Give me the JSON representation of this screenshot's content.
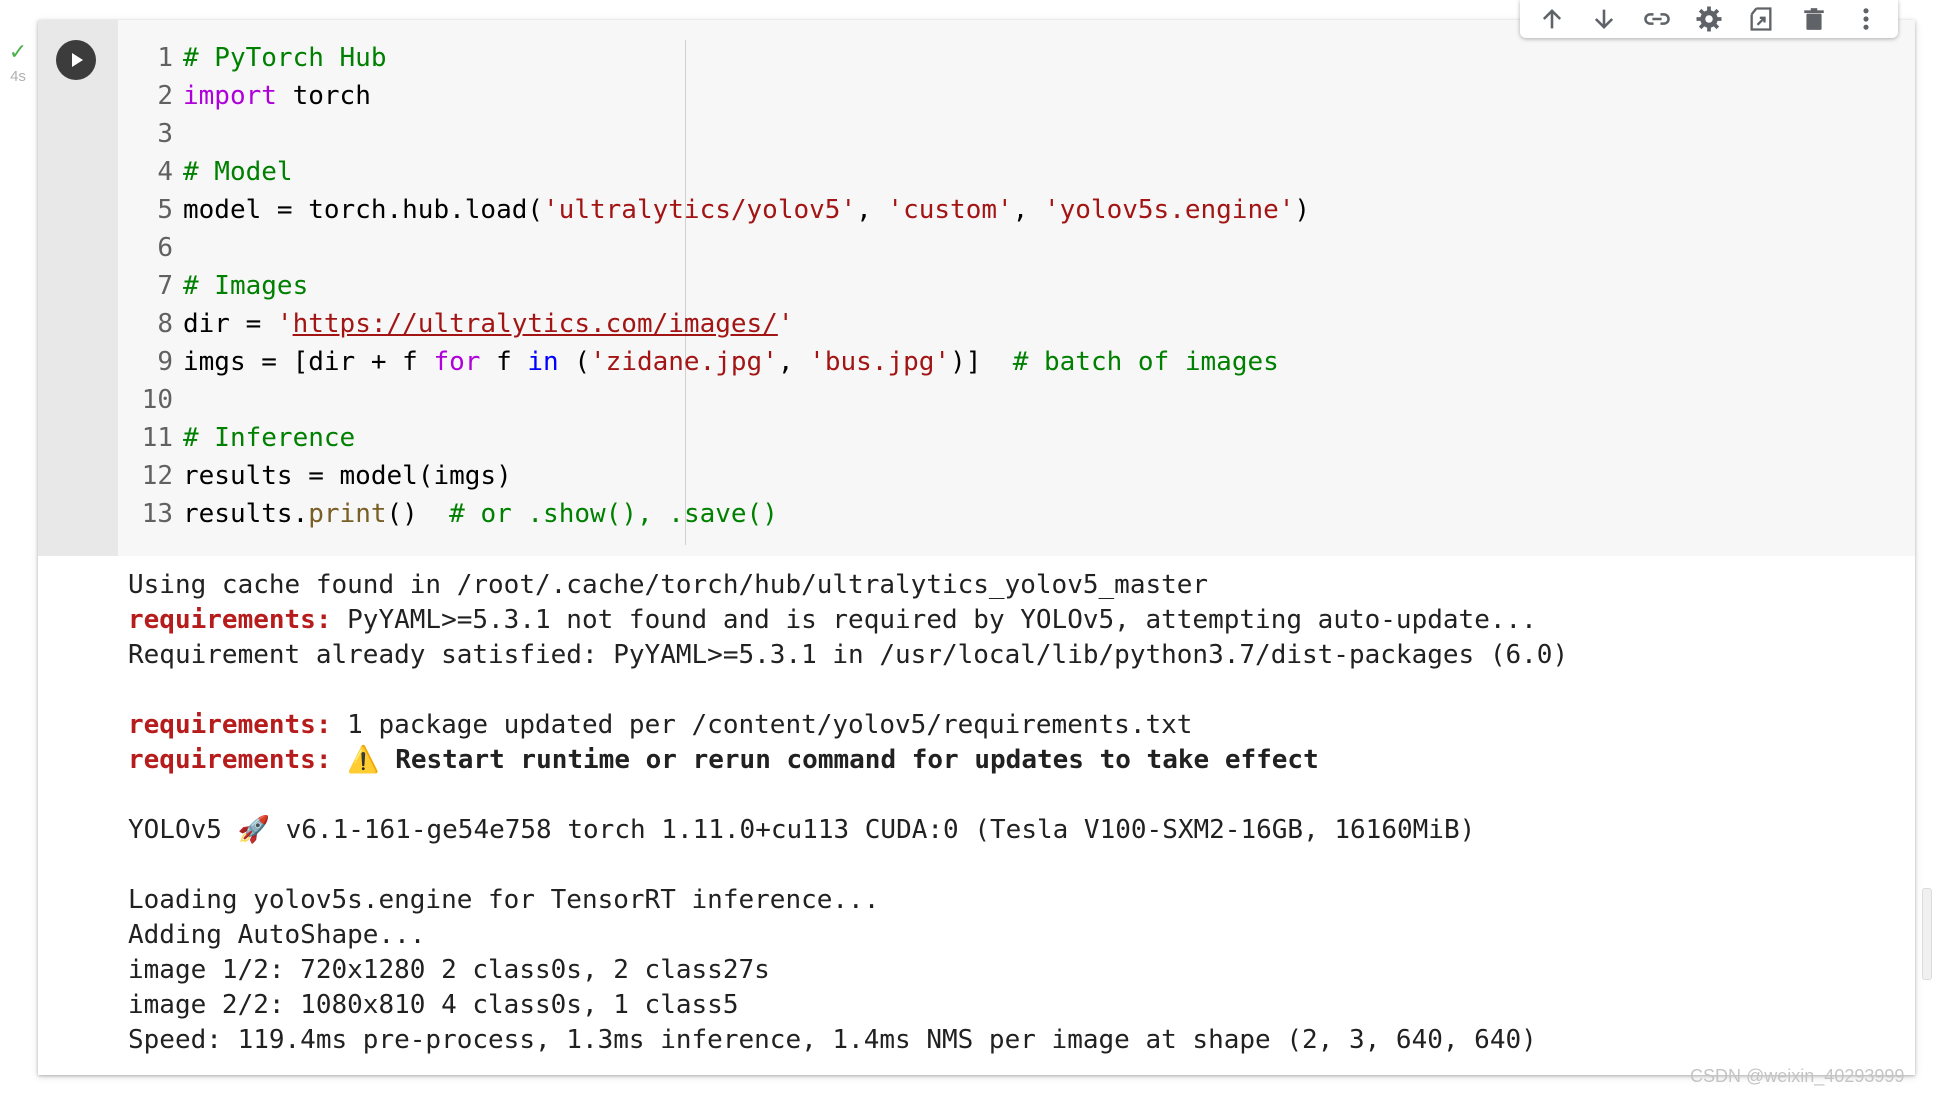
{
  "cell": {
    "status_icon": "check-icon",
    "duration": "4s",
    "run_icon": "play-icon",
    "code_lines": [
      {
        "n": "1",
        "tokens": [
          {
            "t": "c",
            "v": "# PyTorch Hub"
          }
        ]
      },
      {
        "n": "2",
        "tokens": [
          {
            "t": "k",
            "v": "import"
          },
          {
            "t": "p",
            "v": " torch"
          }
        ]
      },
      {
        "n": "3",
        "tokens": []
      },
      {
        "n": "4",
        "tokens": [
          {
            "t": "c",
            "v": "# Model"
          }
        ]
      },
      {
        "n": "5",
        "tokens": [
          {
            "t": "p",
            "v": "model = torch.hub.load("
          },
          {
            "t": "s",
            "v": "'ultralytics/yolov5'"
          },
          {
            "t": "p",
            "v": ", "
          },
          {
            "t": "s",
            "v": "'custom'"
          },
          {
            "t": "p",
            "v": ", "
          },
          {
            "t": "s",
            "v": "'yolov5s.engine'"
          },
          {
            "t": "p",
            "v": ")"
          }
        ]
      },
      {
        "n": "6",
        "tokens": []
      },
      {
        "n": "7",
        "tokens": [
          {
            "t": "c",
            "v": "# Images"
          }
        ]
      },
      {
        "n": "8",
        "tokens": [
          {
            "t": "p",
            "v": "dir = "
          },
          {
            "t": "s",
            "v": "'"
          },
          {
            "t": "u",
            "v": "https://ultralytics.com/images/"
          },
          {
            "t": "s",
            "v": "'"
          }
        ]
      },
      {
        "n": "9",
        "tokens": [
          {
            "t": "p",
            "v": "imgs = [dir + f "
          },
          {
            "t": "k",
            "v": "for"
          },
          {
            "t": "p",
            "v": " f "
          },
          {
            "t": "b",
            "v": "in"
          },
          {
            "t": "p",
            "v": " ("
          },
          {
            "t": "s",
            "v": "'zidane.jpg'"
          },
          {
            "t": "p",
            "v": ", "
          },
          {
            "t": "s",
            "v": "'bus.jpg'"
          },
          {
            "t": "p",
            "v": ")]  "
          },
          {
            "t": "c",
            "v": "# batch of images"
          }
        ]
      },
      {
        "n": "10",
        "tokens": []
      },
      {
        "n": "11",
        "tokens": [
          {
            "t": "c",
            "v": "# Inference"
          }
        ]
      },
      {
        "n": "12",
        "tokens": [
          {
            "t": "p",
            "v": "results = model(imgs)"
          }
        ]
      },
      {
        "n": "13",
        "tokens": [
          {
            "t": "p",
            "v": "results."
          },
          {
            "t": "f",
            "v": "print"
          },
          {
            "t": "p",
            "v": "()  "
          },
          {
            "t": "c",
            "v": "# or .show(), .save()"
          }
        ]
      }
    ],
    "output_lines": [
      [
        {
          "t": "p",
          "v": "Using cache found in /root/.cache/torch/hub/ultralytics_yolov5_master"
        }
      ],
      [
        {
          "t": "r",
          "v": "requirements:"
        },
        {
          "t": "p",
          "v": " PyYAML>=5.3.1 not found and is required by YOLOv5, attempting auto-update..."
        }
      ],
      [
        {
          "t": "p",
          "v": "Requirement already satisfied: PyYAML>=5.3.1 in /usr/local/lib/python3.7/dist-packages (6.0)"
        }
      ],
      [],
      [
        {
          "t": "r",
          "v": "requirements:"
        },
        {
          "t": "p",
          "v": " 1 package updated per /content/yolov5/requirements.txt"
        }
      ],
      [
        {
          "t": "r",
          "v": "requirements:"
        },
        {
          "t": "p",
          "v": " "
        },
        {
          "t": "e",
          "v": "⚠️"
        },
        {
          "t": "p",
          "v": " "
        },
        {
          "t": "bold",
          "v": "Restart runtime or rerun command for updates to take effect"
        }
      ],
      [],
      [
        {
          "t": "p",
          "v": "YOLOv5 "
        },
        {
          "t": "e",
          "v": "🚀"
        },
        {
          "t": "p",
          "v": " v6.1-161-ge54e758 torch 1.11.0+cu113 CUDA:0 (Tesla V100-SXM2-16GB, 16160MiB)"
        }
      ],
      [],
      [
        {
          "t": "p",
          "v": "Loading yolov5s.engine for TensorRT inference..."
        }
      ],
      [
        {
          "t": "p",
          "v": "Adding AutoShape..."
        }
      ],
      [
        {
          "t": "p",
          "v": "image 1/2: 720x1280 2 class0s, 2 class27s"
        }
      ],
      [
        {
          "t": "p",
          "v": "image 2/2: 1080x810 4 class0s, 1 class5"
        }
      ],
      [
        {
          "t": "p",
          "v": "Speed: 119.4ms pre-process, 1.3ms inference, 1.4ms NMS per image at shape (2, 3, 640, 640)"
        }
      ]
    ]
  },
  "toolbar": {
    "buttons": [
      {
        "name": "move-up-button",
        "icon": "arrow-up-icon"
      },
      {
        "name": "move-down-button",
        "icon": "arrow-down-icon"
      },
      {
        "name": "link-button",
        "icon": "link-icon"
      },
      {
        "name": "settings-button",
        "icon": "gear-icon"
      },
      {
        "name": "mirror-cell-button",
        "icon": "mirror-icon"
      },
      {
        "name": "delete-button",
        "icon": "trash-icon"
      },
      {
        "name": "more-button",
        "icon": "more-vert-icon"
      }
    ]
  },
  "watermark": "CSDN @weixin_40293999",
  "colors": {
    "comment": "#008000",
    "keyword": "#af00db",
    "builtin": "#0000ff",
    "string": "#a31515",
    "function": "#795e26",
    "requirements": "#b71c1c",
    "editor_bg": "#f7f7f7",
    "gutter_bg": "#e8e8e8",
    "check": "#4caf50"
  }
}
